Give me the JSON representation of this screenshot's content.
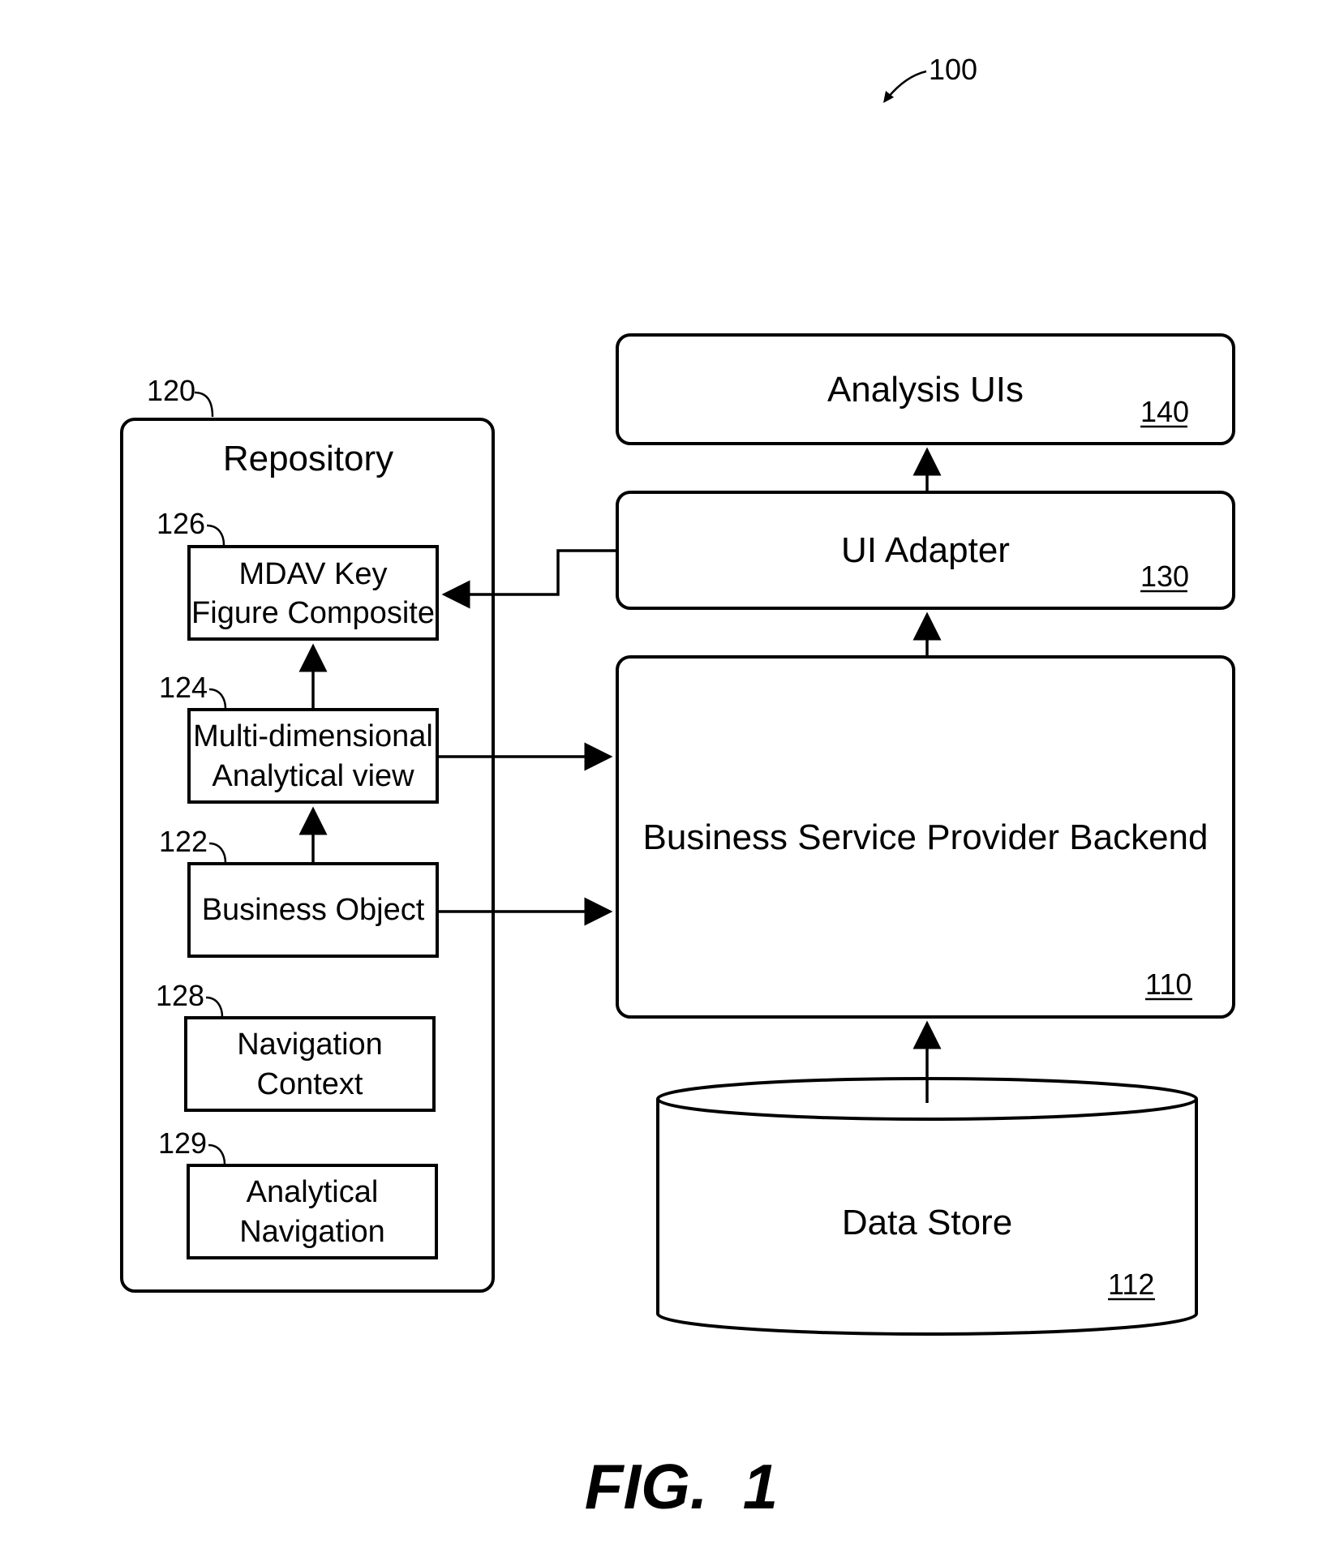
{
  "diagram_ref": "100",
  "repository": {
    "title": "Repository",
    "ref": "120"
  },
  "mdav": {
    "line1": "MDAV Key",
    "line2": "Figure Composite",
    "ref": "126"
  },
  "multidim": {
    "line1": "Multi-dimensional",
    "line2": "Analytical view",
    "ref": "124"
  },
  "business_object": {
    "label": "Business Object",
    "ref": "122"
  },
  "nav_context": {
    "line1": "Navigation",
    "line2": "Context",
    "ref": "128"
  },
  "analytical_nav": {
    "line1": "Analytical",
    "line2": "Navigation",
    "ref": "129"
  },
  "analysis_uis": {
    "label": "Analysis UIs",
    "ref": "140"
  },
  "ui_adapter": {
    "label": "UI Adapter",
    "ref": "130"
  },
  "backend": {
    "label": "Business Service Provider Backend",
    "ref": "110"
  },
  "data_store": {
    "label": "Data Store",
    "ref": "112"
  },
  "figure_caption": "FIG.  1"
}
